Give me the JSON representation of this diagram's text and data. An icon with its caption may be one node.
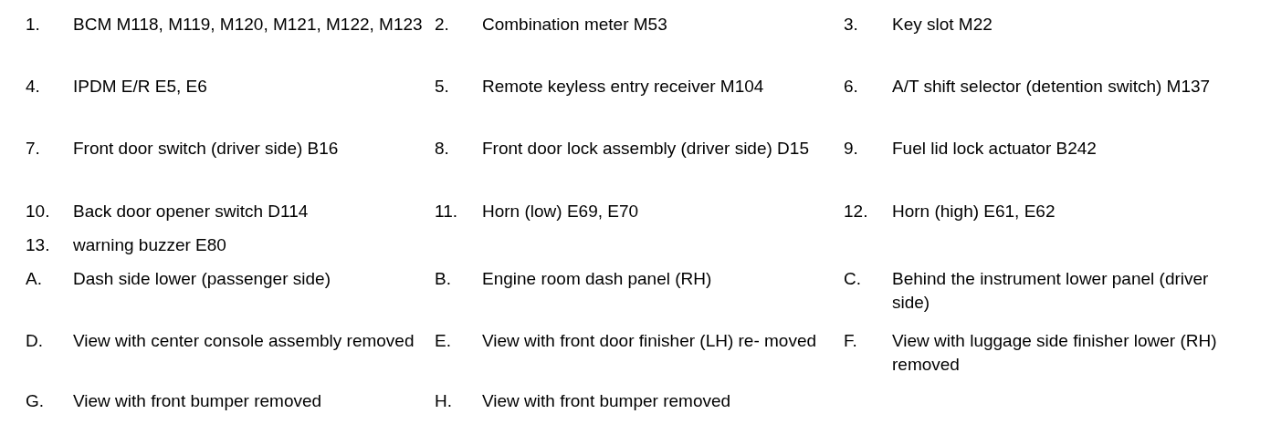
{
  "diagram": {
    "labels": [
      "1.",
      "BCM M118, M119, M120, M121, M122, M123",
      "2.",
      "Combination meter M53",
      "3.",
      "Key slot M22",
      "4.",
      "IPDM E/R E5, E6",
      "5.",
      "Remote keyless entry receiver M104",
      "6.",
      "A/T shift selector (detention switch) M137",
      "7.",
      "Front door switch (driver side) B16",
      "8.",
      "Front door lock assembly (driver side) D15",
      "9.",
      "Fuel lid lock actuator B242",
      "10.",
      "Back door opener switch D114",
      "11.",
      "Horn (low) E69, E70",
      "12.",
      "Horn (high) E61, E62",
      "13.",
      "warning buzzer E80",
      "A.",
      "Dash side lower (passenger side)",
      "B.",
      "Engine room dash panel (RH)",
      "C.",
      "Behind the instrument lower panel (driver side)",
      "D.",
      "View with center console assembly removed",
      "E.",
      "View with front door finisher (LH) re- moved",
      "F.",
      "View with luggage side finisher lower (RH) removed",
      "G.",
      "View with front bumper removed",
      "H.",
      "View with front bumper removed"
    ]
  }
}
